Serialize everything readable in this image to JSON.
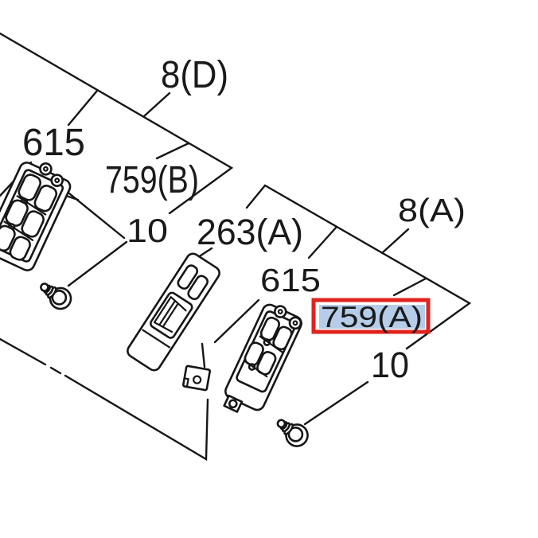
{
  "diagram": {
    "kind": "power-window-switch parts diagram",
    "background": "#ffffff",
    "line_color": "#161616",
    "labels": {
      "left_8d": "8(D)",
      "left_615": "615",
      "left_759b": "759(B)",
      "left_10": "10",
      "center_263a": "263(A)",
      "right_615": "615",
      "right_8a": "8(A)",
      "right_759a": "759(A)",
      "right_10": "10"
    },
    "highlight": {
      "border_color": "#e0231d",
      "fill_color": "#b5cde9",
      "text_color": "#2e4d73"
    }
  }
}
